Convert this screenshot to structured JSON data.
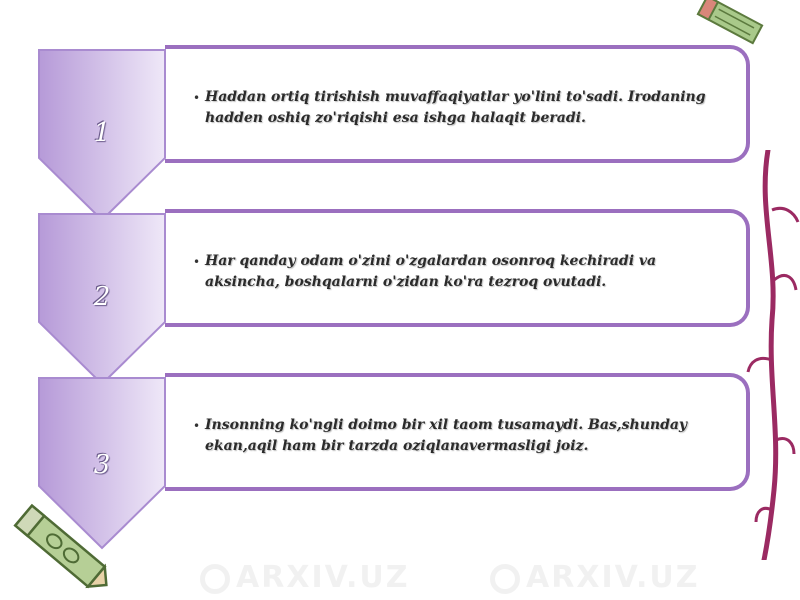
{
  "items": [
    {
      "number": "1",
      "text": "Haddan ortiq tirishish muvaffaqiyatlar yo'lini to'sadi. Irodaning hadden oshiq zo'riqishi esa ishga halaqit beradi."
    },
    {
      "number": "2",
      "text": "Har qanday odam o'zini o'zgalardan osonroq kechiradi va aksincha, boshqalarni o'zidan ko'ra tezroq ovutadi."
    },
    {
      "number": "3",
      "text": "Insonning ko'ngli doimo bir xil taom tusamaydi. Bas,shunday ekan,aqil ham bir tarzda oziqlanavermasligi joiz."
    }
  ],
  "bullet": "•",
  "watermark": "ARXIV.UZ",
  "colors": {
    "accent": "#9b6fbf",
    "chevron_light": "#e6dcf5",
    "chevron_dark": "#b69ad8"
  },
  "icons": [
    "pencil-icon",
    "pencil-icon",
    "vine-decoration"
  ]
}
